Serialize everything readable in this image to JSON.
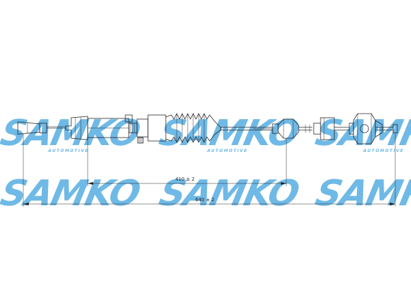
{
  "watermark": {
    "brand": "SAMKO",
    "subtitle": "AUTOMOTIVE"
  },
  "dimensions": {
    "inner": "410 ± 2",
    "overall": "640 ± 2"
  },
  "colors": {
    "watermark": "#6fb9e6",
    "drawing": "#222222"
  }
}
